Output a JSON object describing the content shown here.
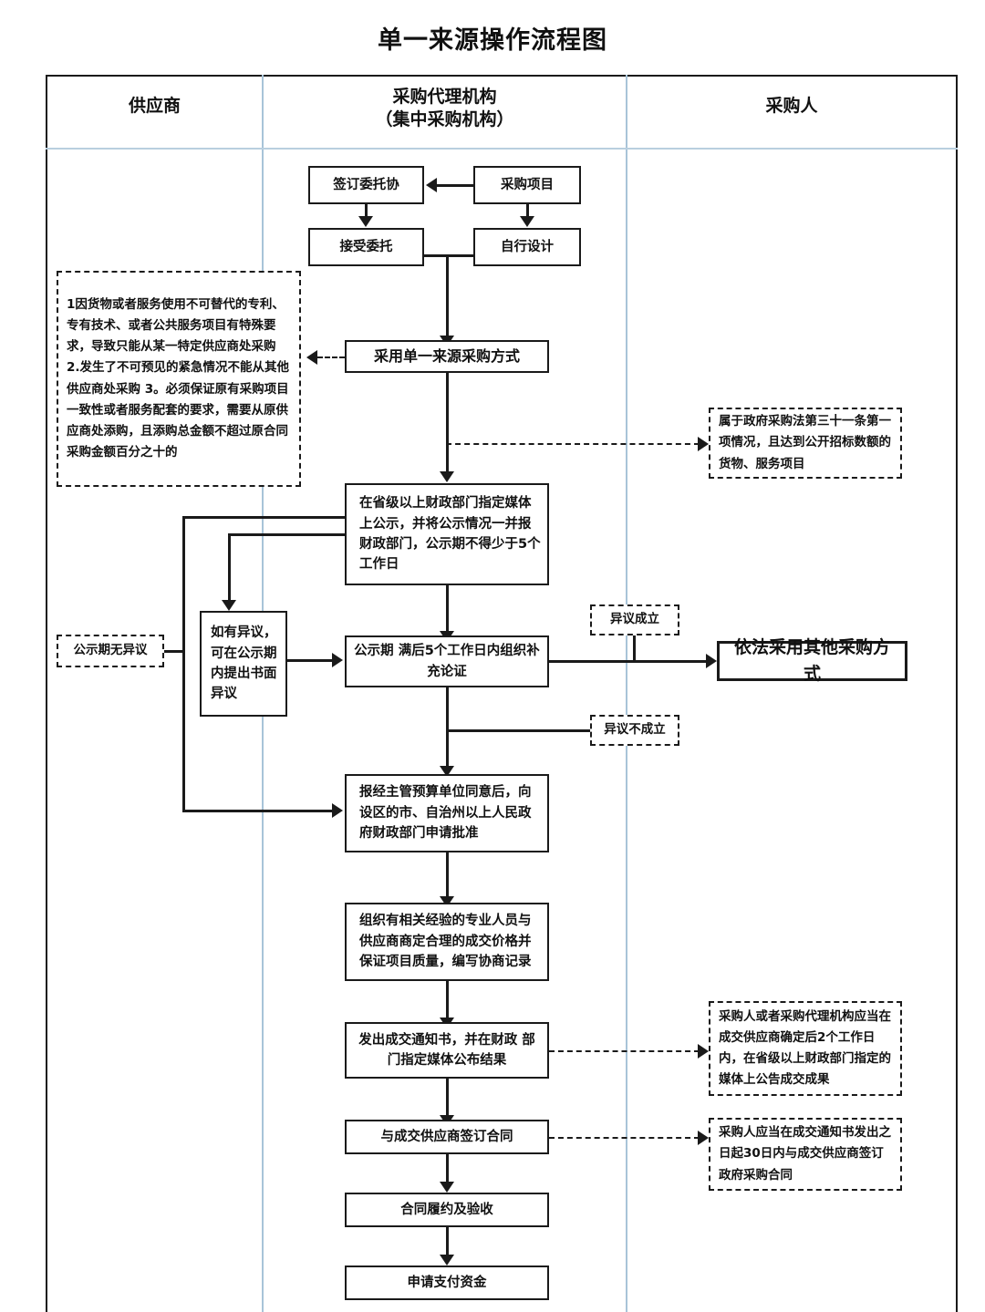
{
  "title": "单一来源操作流程图",
  "lanes": [
    {
      "name": "supplier",
      "label": "供应商"
    },
    {
      "name": "agency",
      "label": "采购代理机构\n（集中采购机构）"
    },
    {
      "name": "purchaser",
      "label": "采购人"
    }
  ],
  "nodes": {
    "sign_entrust": "签订委托协",
    "purchase_project": "采购项目",
    "accept_entrust": "接受委托",
    "self_design": "自行设计",
    "adopt_single_source": "采用单一来源采购方式",
    "publicize": "在省级以上财政部门指定媒体上公示，并将公示情况一并报财政部门，公示期不得少于5个工作日",
    "written_objection": "如有异议，可在公示期内提出书面异议",
    "supplementary_demo": "公示期 满后5个工作日内组织补充论证",
    "other_method": "依法采用其他采购方式",
    "apply_approval": "报经主管预算单位同意后，向设区的市、自治州以上人民政府财政部门申请批准",
    "negotiate_price": "组织有相关经验的专业人员与供应商商定合理的成交价格并保证项目质量，编写协商记录",
    "issue_notice": "发出成交通知书，并在财政 部门指定媒体公布结果",
    "sign_contract": "与成交供应商签订合同",
    "contract_perform": "合同履约及验收",
    "apply_payment": "申请支付资金"
  },
  "notes": {
    "single_source_conditions": "1因货物或者服务使用不可替代的专利、专有技术、或者公共服务项目有特殊要求，导致只能从某一特定供应商处采购 2.发生了不可预见的紧急情况不能从其他供应商处采购 3。必须保证原有采购项目一致性或者服务配套的要求，需要从原供应商处添购，且添购总金额不超过原合同采购金额百分之十的",
    "law_article_31": "属于政府采购法第三十一条第一项情况，且达到公开招标数额的货物、服务项目",
    "no_objection": "公示期无异议",
    "objection_valid": "异议成立",
    "objection_invalid": "异议不成立",
    "announce_result": "采购人或者采购代理机构应当在成交供应商确定后2个工作日内，在省级以上财政部门指定的媒体上公告成交成果",
    "sign_within_30days": "采购人应当在成交通知书发出之日起30日内与成交供应商签订政府采购合同"
  },
  "colors": {
    "ink": "#1a1a1a",
    "lane_separator": "#a8c4d8",
    "background": "#ffffff"
  }
}
